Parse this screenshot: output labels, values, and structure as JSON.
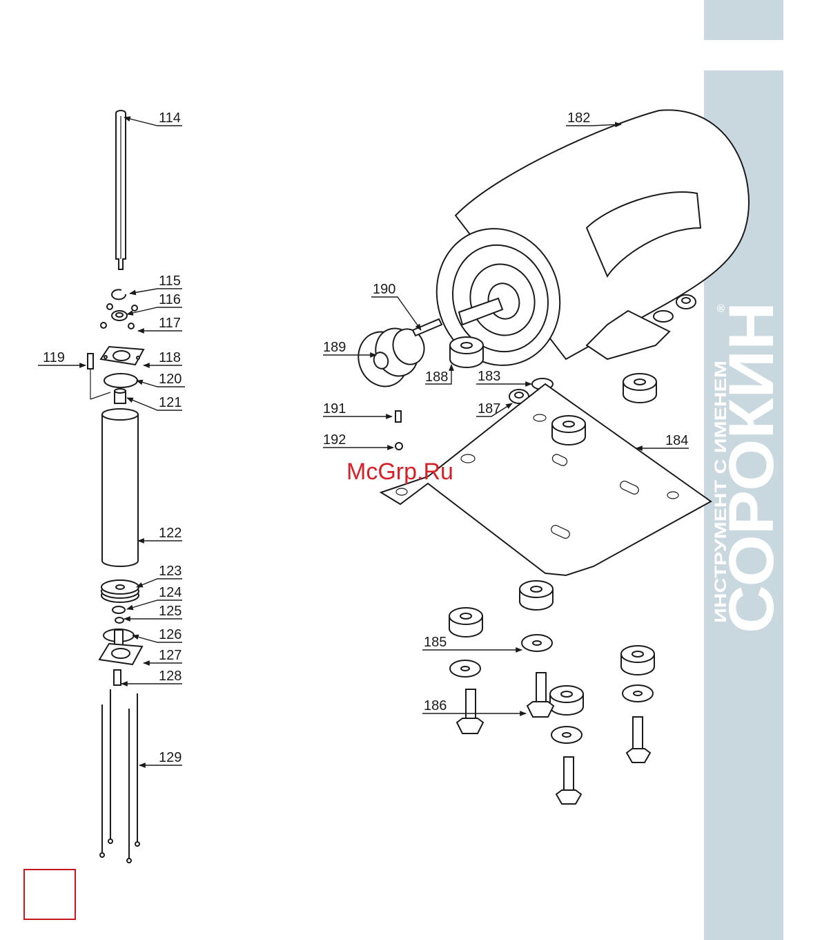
{
  "watermark": "McGrp.Ru",
  "brand": {
    "name": "СОРОКИН",
    "tagline": "ИНСТРУМЕНТ С ИМЕНЕМ",
    "registered": "®",
    "band_color": "#c9d7df"
  },
  "page_number_box": {
    "border_color": "#c4161c",
    "number": ""
  },
  "part_labels": {
    "p114": "114",
    "p115": "115",
    "p116": "116",
    "p117": "117",
    "p118": "118",
    "p119": "119",
    "p120": "120",
    "p121": "121",
    "p122": "122",
    "p123": "123",
    "p124": "124",
    "p125": "125",
    "p126": "126",
    "p127": "127",
    "p128": "128",
    "p129": "129",
    "p182": "182",
    "p183": "183",
    "p184": "184",
    "p185": "185",
    "p186": "186",
    "p187": "187",
    "p188": "188",
    "p189": "189",
    "p190": "190",
    "p191": "191",
    "p192": "192"
  }
}
